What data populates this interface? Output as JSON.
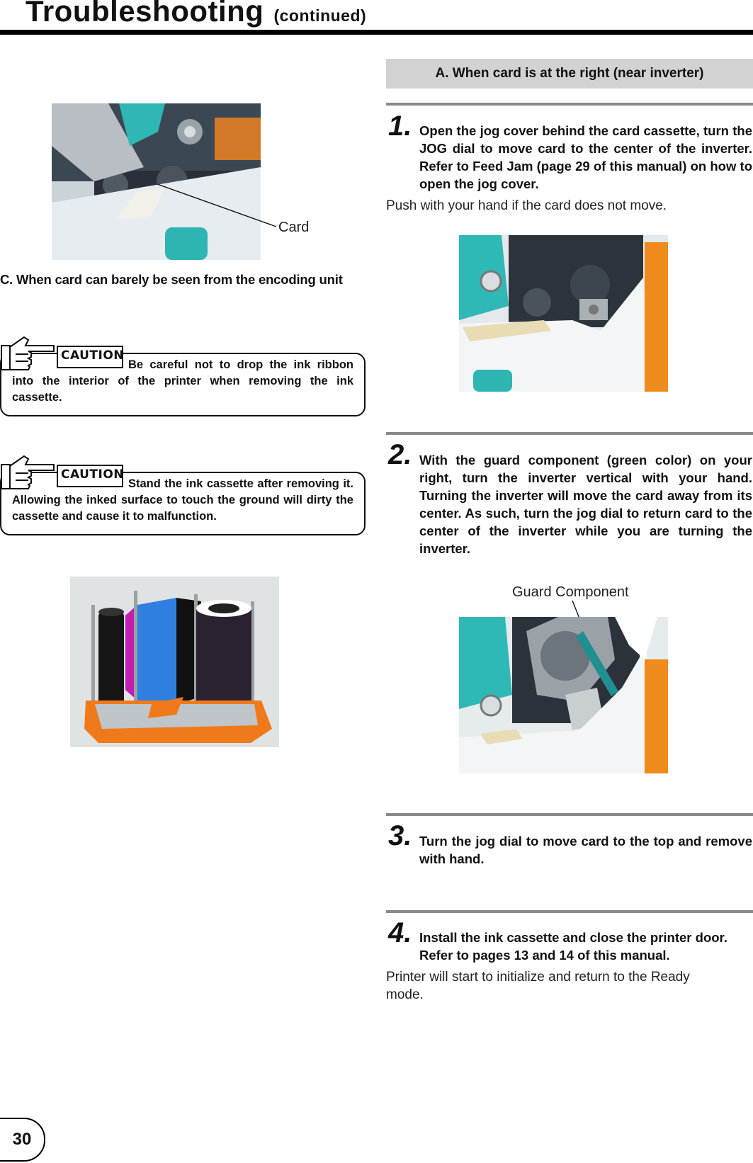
{
  "header": {
    "title": "Troubleshooting",
    "subtitle": "(continued)"
  },
  "left": {
    "card_label": "Card",
    "section_c": "C. When card can barely be seen from the encoding unit",
    "caution_badge": "CAUTION",
    "caution1": "Be careful not to drop the ink ribbon into the interior of the printer when removing the ink cassette.",
    "caution2": "Stand the ink cassette after removing it. Allowing the inked surface to touch the ground will dirty the cassette and cause it to malfunction."
  },
  "right": {
    "banner": "A. When card is at the right (near inverter)",
    "steps": [
      {
        "num": "1.",
        "text": "Open the jog cover behind the card cassette, turn the JOG dial to move card to the center of the inverter. Refer to Feed Jam (page 29 of this manual) on how to open the jog cover.",
        "note": "Push with your hand if the card does not move."
      },
      {
        "num": "2.",
        "text": "With the guard component (green color) on your right, turn the inverter vertical with your hand. Turning the inverter will move the card away from its center. As such, turn the jog dial to return card to the center of the inverter while you are turning the inverter.",
        "callout": "Guard Component"
      },
      {
        "num": "3.",
        "text": "Turn the jog dial to move card to the top and remove with hand."
      },
      {
        "num": "4.",
        "text": "Install the ink cassette and close the printer door. Refer to pages 13 and 14 of this manual.",
        "note": "Printer will start to initialize and return to the Ready mode."
      }
    ]
  },
  "page_number": "30"
}
